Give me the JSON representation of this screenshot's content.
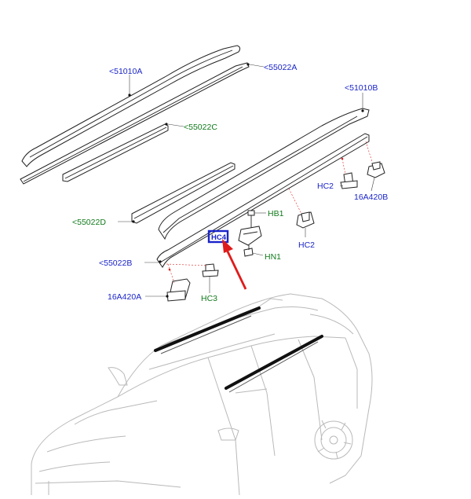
{
  "labels": {
    "l_51010A": "<51010A",
    "l_55022A": "<55022A",
    "l_51010B": "<51010B",
    "l_55022C": "<55022C",
    "l_55022D": "<55022D",
    "l_55022B": "<55022B",
    "l_16A420A": "16A420A",
    "l_16A420B": "16A420B",
    "l_HC2a": "HC2",
    "l_HC2b": "HC2",
    "l_HC3": "HC3",
    "l_HB1": "HB1",
    "l_HN1": "HN1",
    "l_HC": "HC4"
  },
  "colors": {
    "part_label": "#1a24c8",
    "fixing_label": "#117a1b",
    "highlight": "#1a24c8",
    "arrow": "#e01b1b"
  },
  "icons": [
    "roof-rail-part",
    "seal-strip-part",
    "clip-part",
    "bolt-part",
    "nut-part",
    "vehicle-outline"
  ]
}
